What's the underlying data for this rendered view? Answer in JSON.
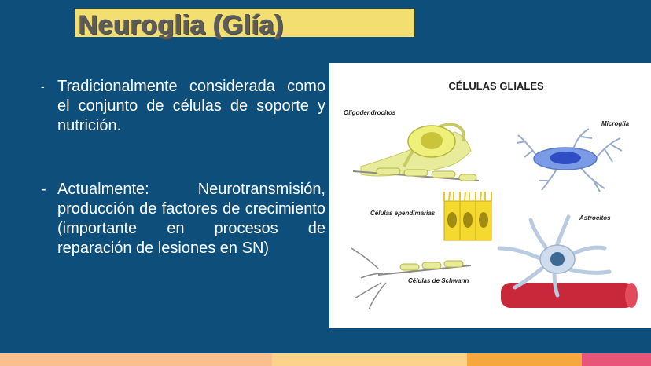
{
  "slide": {
    "title": "Neuroglia (Glía)",
    "bullets": [
      {
        "marker": "-",
        "text": "Tradicionalmente considerada como el conjunto de células de soporte y nutrición."
      },
      {
        "marker": "-",
        "text": "Actualmente: Neurotransmisión, producción de factores de crecimiento (importante en procesos de reparación de lesiones en SN)"
      }
    ]
  },
  "figure": {
    "heading": "CÉLULAS GLIALES",
    "labels": {
      "oligodendrocitos": "Oligodendrocitos",
      "microglia": "Microglia",
      "ependimarias": "Células ependimarias",
      "astrocitos": "Astrocitos",
      "schwann": "Células de Schwann"
    }
  },
  "colors": {
    "background": "#0d4f7a",
    "title_highlight": "#f3de72",
    "title_text": "#5b5b57",
    "bottom_bar": [
      "#f9bf8e",
      "#fbd38a",
      "#f6a83c",
      "#e8547a"
    ]
  }
}
